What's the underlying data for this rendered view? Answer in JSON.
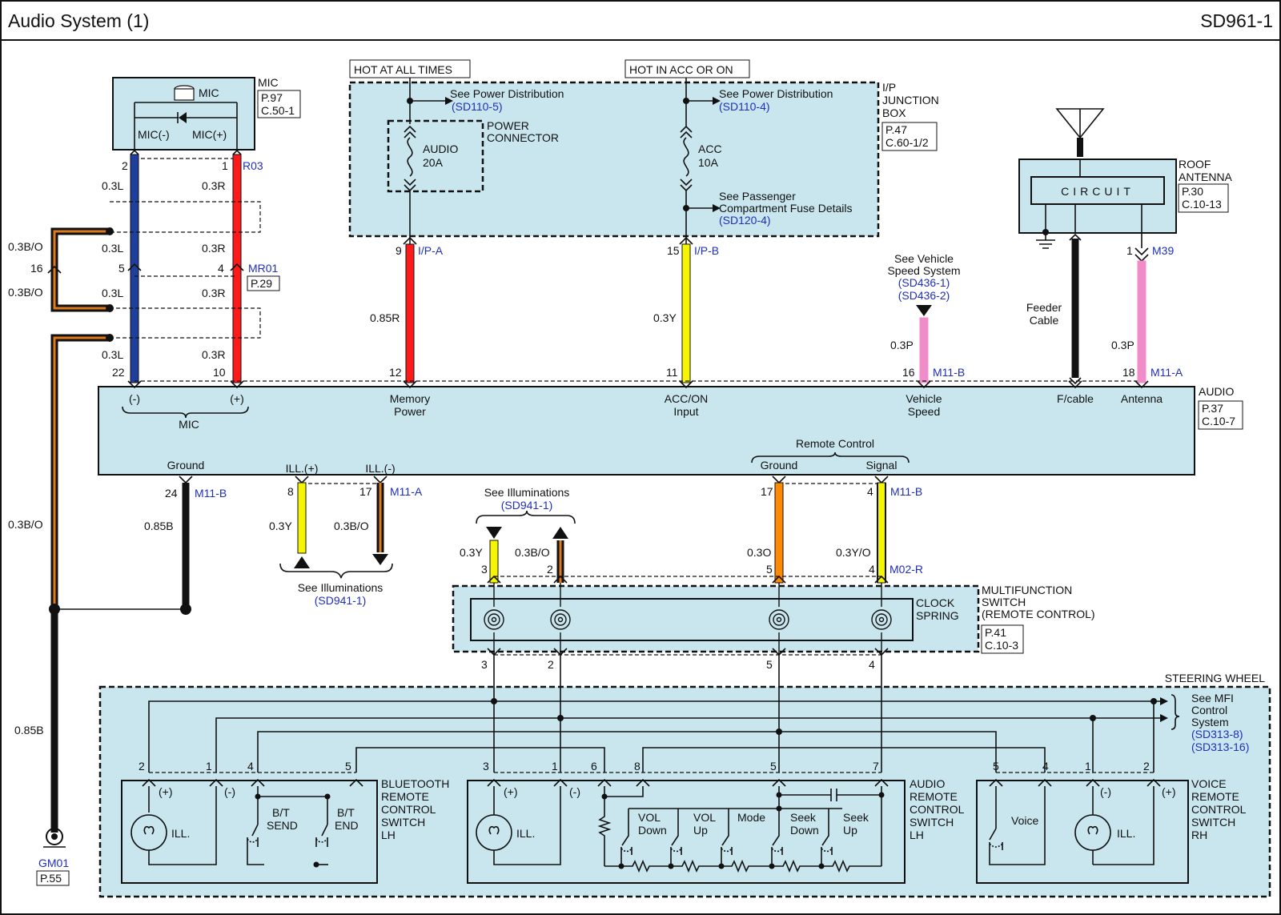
{
  "header": {
    "title": "Audio System (1)",
    "code": "SD961-1"
  },
  "top": {
    "hot_all": "HOT AT ALL TIMES",
    "hot_acc": "HOT IN ACC OR ON",
    "see_power": "See Power Distribution",
    "sd110_5": "(SD110-5)",
    "sd110_4": "(SD110-4)",
    "power_connector": [
      "POWER",
      "CONNECTOR"
    ],
    "audio_fuse": [
      "AUDIO",
      "20A"
    ],
    "acc_fuse": [
      "ACC",
      "10A"
    ],
    "see_passenger": [
      "See Passenger",
      "Compartment Fuse Details"
    ],
    "sd120_4": "(SD120-4)",
    "ip_junction": [
      "I/P",
      "JUNCTION",
      "BOX"
    ],
    "ip_ref": [
      "P.47",
      "C.60-1/2"
    ]
  },
  "mic": {
    "name": "MIC",
    "ref": [
      "P.97",
      "C.50-1"
    ],
    "inner_label": "MIC",
    "neg": "MIC(-)",
    "pos": "MIC(+)",
    "connector": "R03",
    "pin_neg": "2",
    "pin_pos": "1"
  },
  "mr01": {
    "name": "MR01",
    "ref": "P.29",
    "pin_l": "5",
    "pin_r": "4",
    "pin_o": "16"
  },
  "wires": {
    "l03": "0.3L",
    "r03": "0.3R",
    "bo03": "0.3B/O",
    "r085": "0.85R",
    "y03": "0.3Y",
    "p03": "0.3P",
    "b085": "0.85B",
    "o03": "0.3O",
    "yo03": "0.3Y/O"
  },
  "fuse_pins": {
    "ipa_pin": "9",
    "ipa": "I/P-A",
    "ipb_pin": "15",
    "ipb": "I/P-B"
  },
  "vehicle_speed": {
    "see": [
      "See Vehicle",
      "Speed System"
    ],
    "refs": [
      "(SD436-1)",
      "(SD436-2)"
    ]
  },
  "antenna": {
    "circuit": "CIRCUIT",
    "name": [
      "ROOF",
      "ANTENNA"
    ],
    "ref": [
      "P.30",
      "C.10-13"
    ],
    "connector": "M39",
    "pin": "1",
    "feeder": [
      "Feeder",
      "Cable"
    ]
  },
  "audio_unit": {
    "name": "AUDIO",
    "ref": [
      "P.37",
      "C.10-7"
    ],
    "top_pins": [
      "22",
      "10",
      "12",
      "11",
      "16",
      "18"
    ],
    "conn_b": "M11-B",
    "conn_a": "M11-A",
    "labels": {
      "mic_neg": "(-)",
      "mic_pos": "(+)",
      "mic": "MIC",
      "memory": [
        "Memory",
        "Power"
      ],
      "acc": [
        "ACC/ON",
        "Input"
      ],
      "speed": [
        "Vehicle",
        "Speed"
      ],
      "fcable": "F/cable",
      "antenna": "Antenna",
      "ground": "Ground",
      "ill_pos": "ILL.(+)",
      "ill_neg": "ILL.(-)",
      "remote": "Remote Control",
      "r_ground": "Ground",
      "r_signal": "Signal"
    },
    "bottom_pins": {
      "ground": "24",
      "ill_pos": "8",
      "ill_neg": "17",
      "r_ground": "17",
      "r_signal": "4"
    }
  },
  "illum": {
    "see": "See Illuminations",
    "ref": "(SD941-1)"
  },
  "clock_spring": {
    "name": [
      "CLOCK",
      "SPRING"
    ],
    "mfs": [
      "MULTIFUNCTION",
      "SWITCH",
      "(REMOTE CONTROL)"
    ],
    "ref": [
      "P.41",
      "C.10-3"
    ],
    "connector": "M02-R",
    "top_pins": [
      "3",
      "2",
      "5",
      "4"
    ],
    "bottom_pins": [
      "3",
      "2",
      "5",
      "4"
    ]
  },
  "ground": {
    "name": "GM01",
    "ref": "P.55"
  },
  "steering": {
    "title": "STEERING WHEEL",
    "see_mfi": [
      "See MFI",
      "Control",
      "System"
    ],
    "mfi_refs": [
      "(SD313-8)",
      "(SD313-16)"
    ],
    "bt": {
      "name": [
        "BLUETOOTH",
        "REMOTE",
        "CONTROL",
        "SWITCH",
        "LH"
      ],
      "pins": [
        "2",
        "1",
        "4",
        "5"
      ],
      "plus": "(+)",
      "minus": "(-)",
      "ill": "ILL.",
      "send": [
        "B/T",
        "SEND"
      ],
      "end": [
        "B/T",
        "END"
      ]
    },
    "audio": {
      "name": [
        "AUDIO",
        "REMOTE",
        "CONTROL",
        "SWITCH",
        "LH"
      ],
      "pins": [
        "3",
        "1",
        "6",
        "8",
        "5",
        "7"
      ],
      "plus": "(+)",
      "minus": "(-)",
      "ill": "ILL.",
      "buttons": [
        [
          "VOL",
          "Down"
        ],
        [
          "VOL",
          "Up"
        ],
        [
          "Mode"
        ],
        [
          "Seek",
          "Down"
        ],
        [
          "Seek",
          "Up"
        ]
      ]
    },
    "voice": {
      "name": [
        "VOICE",
        "REMOTE",
        "CONTROL",
        "SWITCH",
        "RH"
      ],
      "pins": [
        "5",
        "4",
        "1",
        "2"
      ],
      "plus": "(+)",
      "minus": "(-)",
      "ill": "ILL.",
      "voice": "Voice"
    }
  },
  "colors": {
    "bg": "#c9e6ee",
    "blue_wire": "#1f3f9f",
    "red_wire": "#ff1a1a",
    "yellow_wire": "#f5f500",
    "pink_wire": "#f08cc8",
    "orange_wire": "#ff8a00",
    "bo_stripe": "#e07a1a",
    "ref_text": "#1f2fb8"
  }
}
